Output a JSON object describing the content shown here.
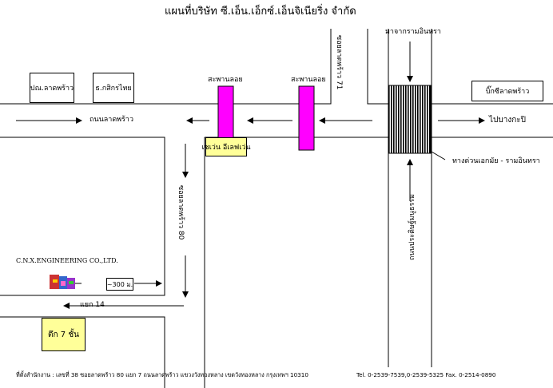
{
  "title": "แผนที่บริษัท ซี.เอ็น.เอ็กซ์.เอ็นจิเนียริ่ง จำกัด",
  "roads": {
    "ladprao": "ถนนลาดพร้าว",
    "soi71": "ซอยลาดพร้าว 71",
    "soi80": "ซอยลาดพร้าว 80",
    "pradit": "ถนนประดิษฐ์มนูธรรม",
    "to_bangkapi": "ไปบางกะปิ",
    "from_ramintra": "มาจากรามอินทรา",
    "expressway": "ทางด่วนเอกมัย - รามอินทรา",
    "yaek14": "แยก 14"
  },
  "landmarks": {
    "post_office": "ปณ.ลาดพร้าว",
    "kbank": "ธ.กสิกรไทย",
    "big_c": "บิ๊กซีลาดพร้าว",
    "bridge1": "สะพานลอย",
    "bridge2": "สะพานลอย",
    "seven_eleven": "เซเว่น อีเลฟเว่น",
    "building": "ตึก 7 ชั้น",
    "company": "C.N.X.ENGINEERING CO.,LTD.",
    "distance": "~300 ม."
  },
  "footer": {
    "address": "ที่ตั้งสำนักงาน : เลขที่ 38 ซอยลาดพร้าว 80 แยก 7 ถนนลาดพร้าว แขวงวังทองหลาง เขตวังทองหลาง กรุงเทพฯ 10310",
    "contact": "Tel. 0-2539-7539,0-2539-5325 Fax. 0-2514-0890"
  },
  "colors": {
    "bridge": "#ff00ff",
    "highlight": "#ffff99",
    "line": "#000000"
  }
}
